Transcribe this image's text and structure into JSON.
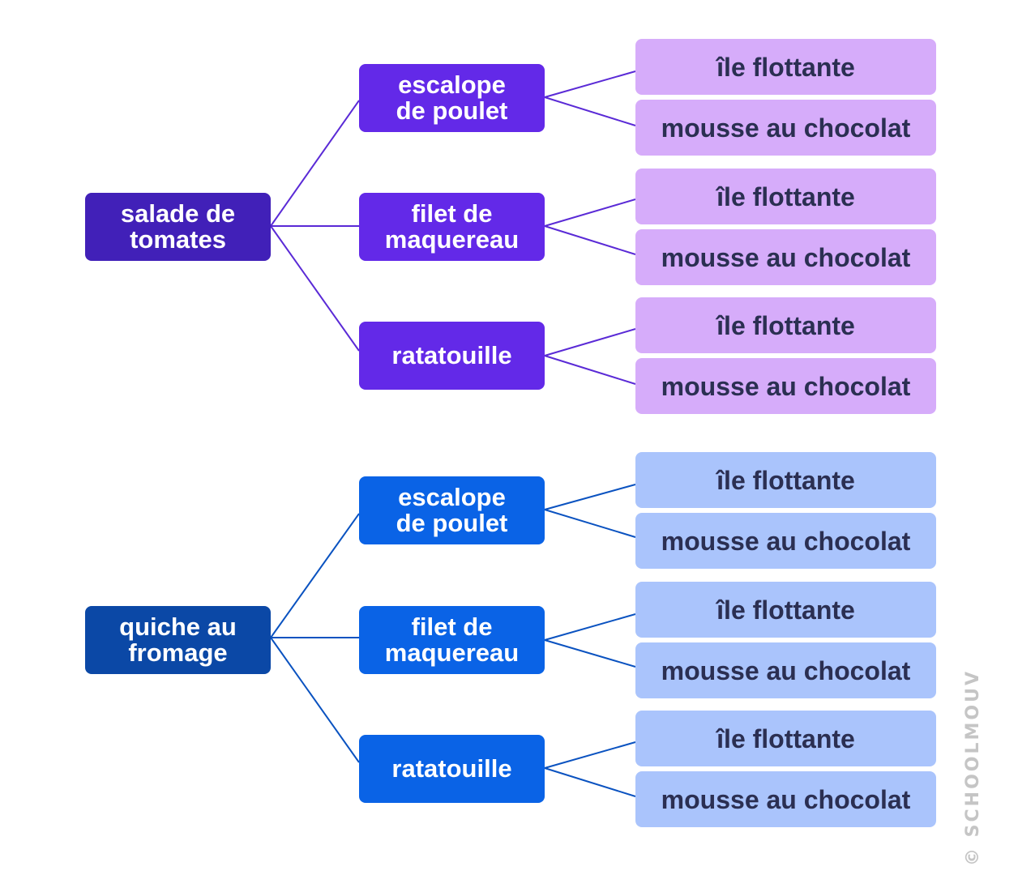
{
  "tree1": {
    "entree": "salade de\ntomates",
    "plats": [
      {
        "label": "escalope\nde poulet",
        "desserts": [
          "île flottante",
          "mousse au chocolat"
        ]
      },
      {
        "label": "filet de\nmaquereau",
        "desserts": [
          "île flottante",
          "mousse au chocolat"
        ]
      },
      {
        "label": "ratatouille",
        "desserts": [
          "île flottante",
          "mousse au chocolat"
        ]
      }
    ]
  },
  "tree2": {
    "entree": "quiche au\nfromage",
    "plats": [
      {
        "label": "escalope\nde poulet",
        "desserts": [
          "île flottante",
          "mousse au chocolat"
        ]
      },
      {
        "label": "filet de\nmaquereau",
        "desserts": [
          "île flottante",
          "mousse au chocolat"
        ]
      },
      {
        "label": "ratatouille",
        "desserts": [
          "île flottante",
          "mousse au chocolat"
        ]
      }
    ]
  },
  "colors": {
    "tree1": {
      "entree": "#4120b8",
      "plat": "#6329e8",
      "dessert": "#d6acfa",
      "line": "#5a2ad6"
    },
    "tree2": {
      "entree": "#0b48a6",
      "plat": "#0a63e6",
      "dessert": "#aac4fc",
      "line": "#0a52c0"
    },
    "dessert_text": "#2b2f52"
  },
  "copyright": {
    "symbol": "©",
    "brand": "SCHOOLMOUV"
  }
}
